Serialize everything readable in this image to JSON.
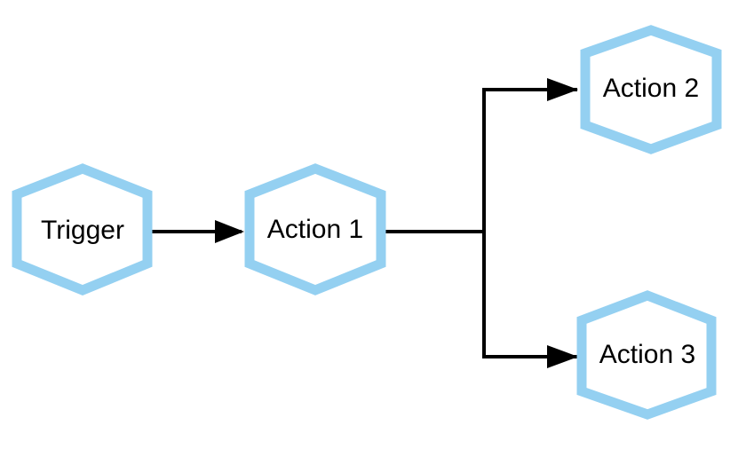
{
  "diagram": {
    "colors": {
      "node_border": "#94d0f1",
      "edge": "#000000",
      "background": "#ffffff"
    },
    "nodes": [
      {
        "id": "trigger",
        "label": "Trigger",
        "shape": "hexagon"
      },
      {
        "id": "action1",
        "label": "Action 1",
        "shape": "hexagon"
      },
      {
        "id": "action2",
        "label": "Action 2",
        "shape": "hexagon"
      },
      {
        "id": "action3",
        "label": "Action 3",
        "shape": "hexagon"
      }
    ],
    "edges": [
      {
        "from": "trigger",
        "to": "action1",
        "arrow": true
      },
      {
        "from": "action1",
        "to": "action2",
        "arrow": true
      },
      {
        "from": "action1",
        "to": "action3",
        "arrow": true
      }
    ]
  }
}
